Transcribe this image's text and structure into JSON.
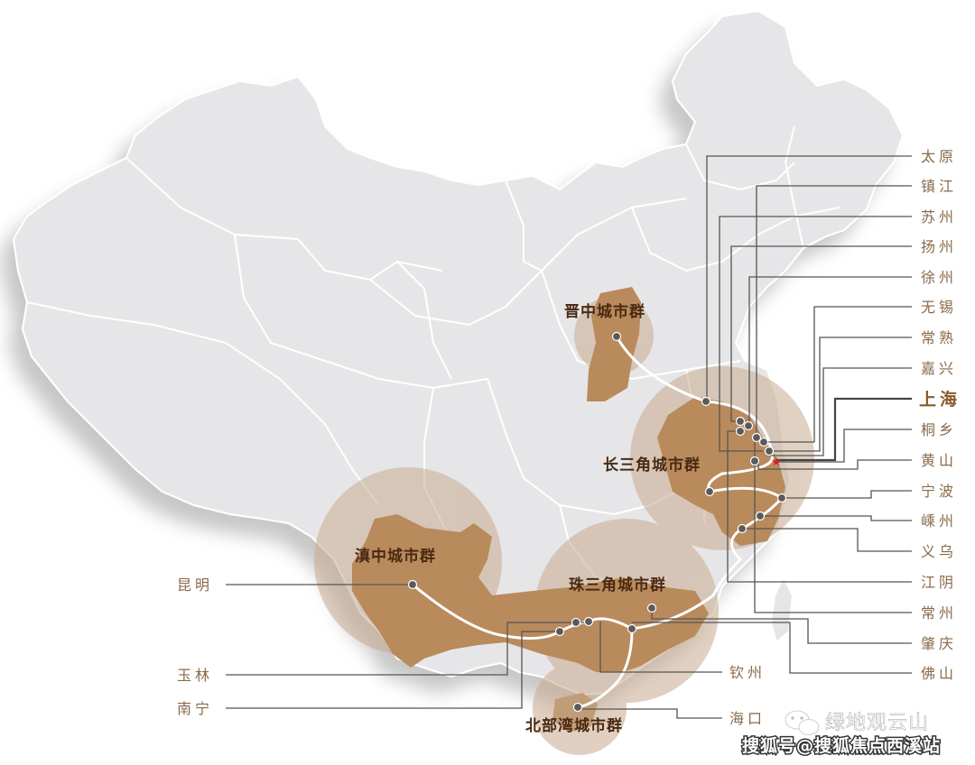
{
  "region_labels": {
    "jinzhong": "晋中城市群",
    "yangtze": "长三角城市群",
    "yunnan": "滇中城市群",
    "pearl": "珠三角城市群",
    "beibu": "北部湾城市群"
  },
  "right_cities": [
    "太原",
    "镇江",
    "苏州",
    "扬州",
    "徐州",
    "无锡",
    "常熟",
    "嘉兴",
    "上海",
    "桐乡",
    "黄山",
    "宁波",
    "嵊州",
    "义乌",
    "江阴",
    "常州",
    "肇庆",
    "佛山"
  ],
  "left_cities": [
    "昆明",
    "玉林",
    "南宁"
  ],
  "bottom_cities": [
    "钦州",
    "海口"
  ],
  "highlight_city": "上海",
  "watermark": {
    "account": "绿地观云山",
    "source": "搜狐号@搜狐焦点西溪站"
  },
  "colors": {
    "map_fill": "#e6e6e8",
    "map_border": "#ffffff",
    "region_fill": "#b98a5c",
    "halo": "#c9ab8f",
    "route": "#ffffff",
    "dot": "#5a5a5a",
    "label_brown": "#4a2a12",
    "city_text": "#8a6a4a",
    "star": "#d92020"
  }
}
